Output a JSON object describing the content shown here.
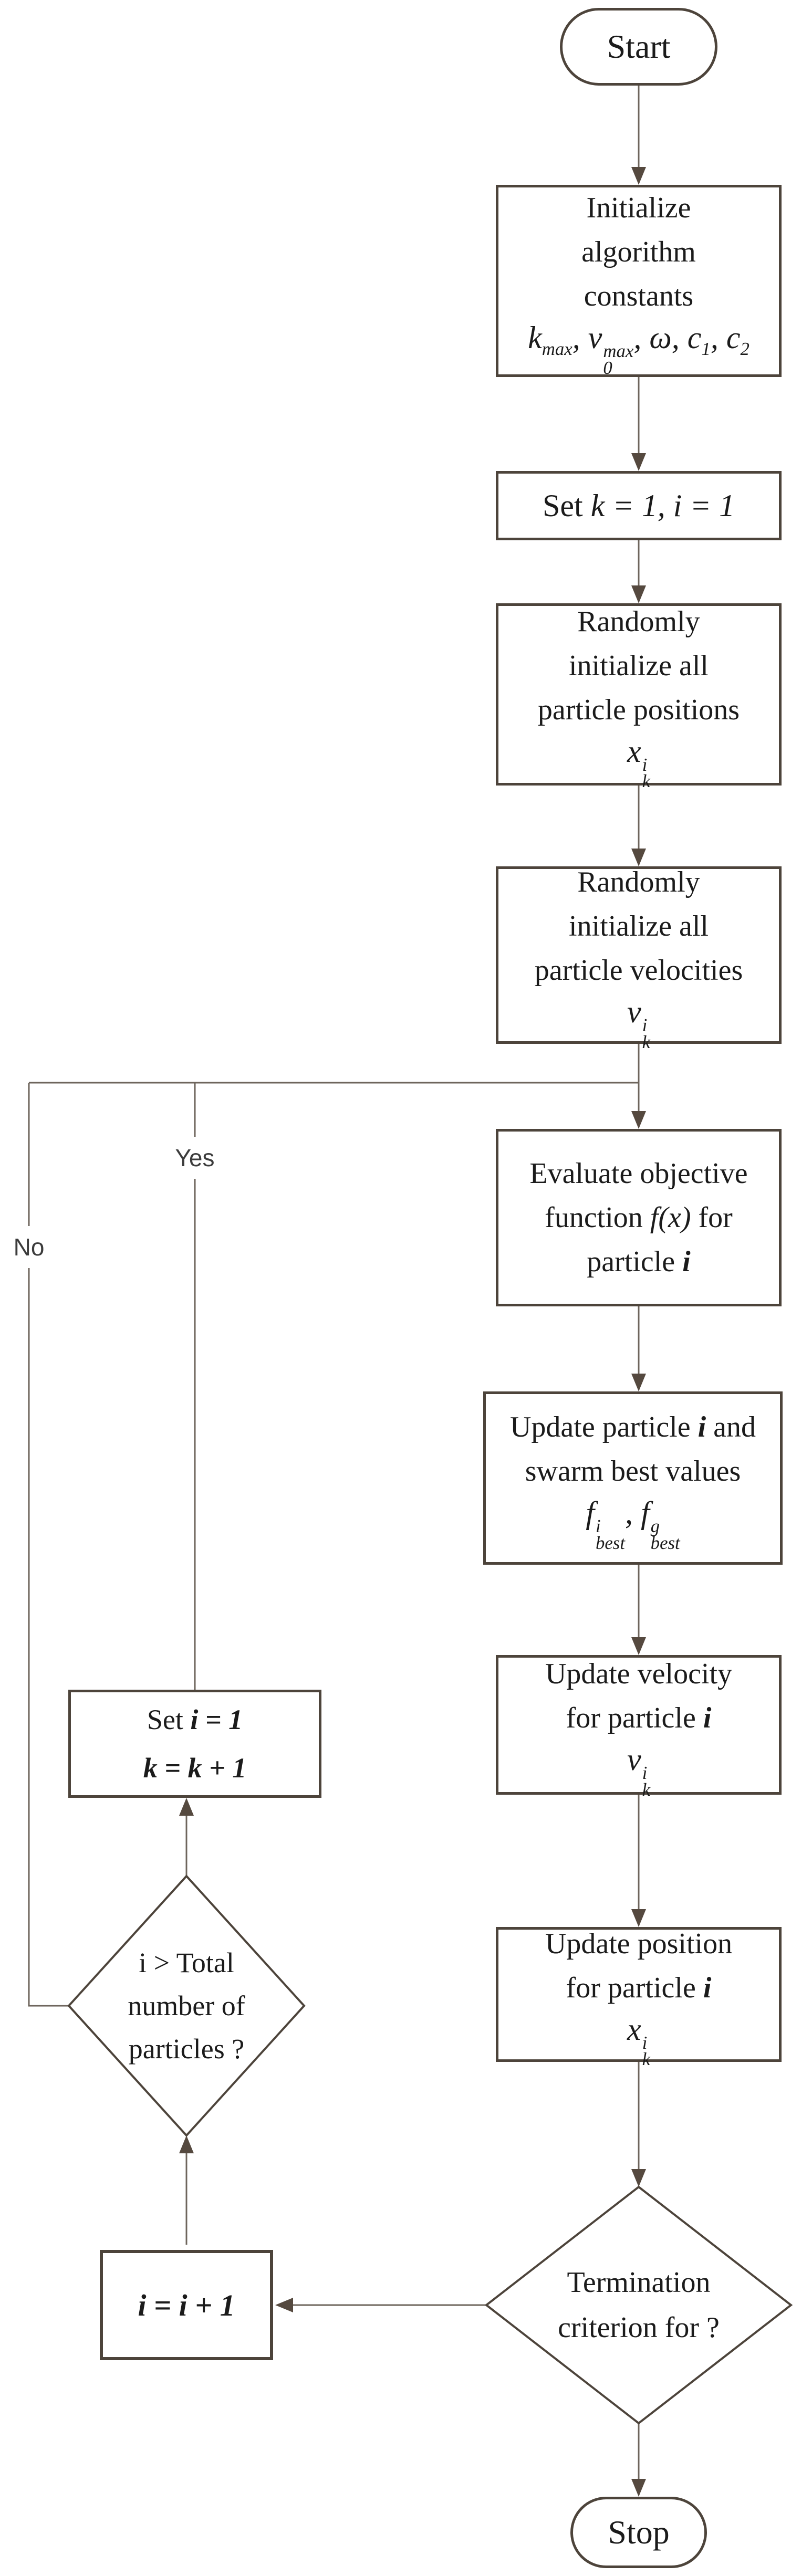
{
  "palette": {
    "border": "#4d443b",
    "line": "#6e655c",
    "arrow": "#55493f",
    "text": "#1b1b1b",
    "label": "#3c3c3c",
    "bg": "#ffffff"
  },
  "edge_labels": {
    "yes": "Yes",
    "no": "No"
  },
  "nodes": {
    "start": {
      "label": "Start"
    },
    "init_constants": {
      "l1": "Initialize",
      "l2": "algorithm",
      "l3": "constants",
      "m_k_base": "k",
      "m_k_sub": "max",
      "sep1": ", ",
      "m_v_base": "v",
      "m_v_sup": "max",
      "m_v_sub": "0",
      "sep2": ", ",
      "m_omega": "ω",
      "sep3": ", ",
      "m_c1_base": "c",
      "m_c1_sub": "1",
      "sep4": ", ",
      "m_c2_base": "c",
      "m_c2_sub": "2"
    },
    "set_k": {
      "prefix": "Set ",
      "expr": "k = 1, i = 1"
    },
    "init_positions": {
      "l1": "Randomly",
      "l2": "initialize all",
      "l3": "particle positions",
      "m_base": "x",
      "m_sup": "i",
      "m_sub": "k"
    },
    "init_velocities": {
      "l1": "Randomly",
      "l2": "initialize all",
      "l3": "particle velocities",
      "m_base": "v",
      "m_sup": "i",
      "m_sub": "k"
    },
    "evaluate": {
      "l1": "Evaluate objective",
      "l2a": "function ",
      "l2m": "f(x)",
      "l2b": " for",
      "l3a": "particle ",
      "l3i": "i"
    },
    "update_best": {
      "l1a": "Update particle ",
      "l1i": "i",
      "l1b": " and",
      "l2": "swarm best values",
      "m1_base": "f",
      "m1_sup": "i",
      "m1_sub": "best",
      "sep": ", ",
      "m2_base": "f",
      "m2_sup": "g",
      "m2_sub": "best"
    },
    "update_velocity": {
      "l1": "Update velocity",
      "l2a": "for particle ",
      "l2i": "i",
      "m_base": "v",
      "m_sup": "i",
      "m_sub": "k"
    },
    "update_position": {
      "l1": "Update position",
      "l2a": "for particle ",
      "l2i": "i",
      "m_base": "x",
      "m_sup": "i",
      "m_sub": "k"
    },
    "termination": {
      "l1": "Termination",
      "l2": "criterion for ?"
    },
    "increment_i": {
      "expr": "i = i + 1"
    },
    "particles_check": {
      "l1": "i > Total",
      "l2": "number of",
      "l3": "particles ?"
    },
    "set_i": {
      "l1a": "Set ",
      "l1b": "i = 1",
      "l2": "k = k + 1"
    },
    "stop": {
      "label": "Stop"
    }
  }
}
